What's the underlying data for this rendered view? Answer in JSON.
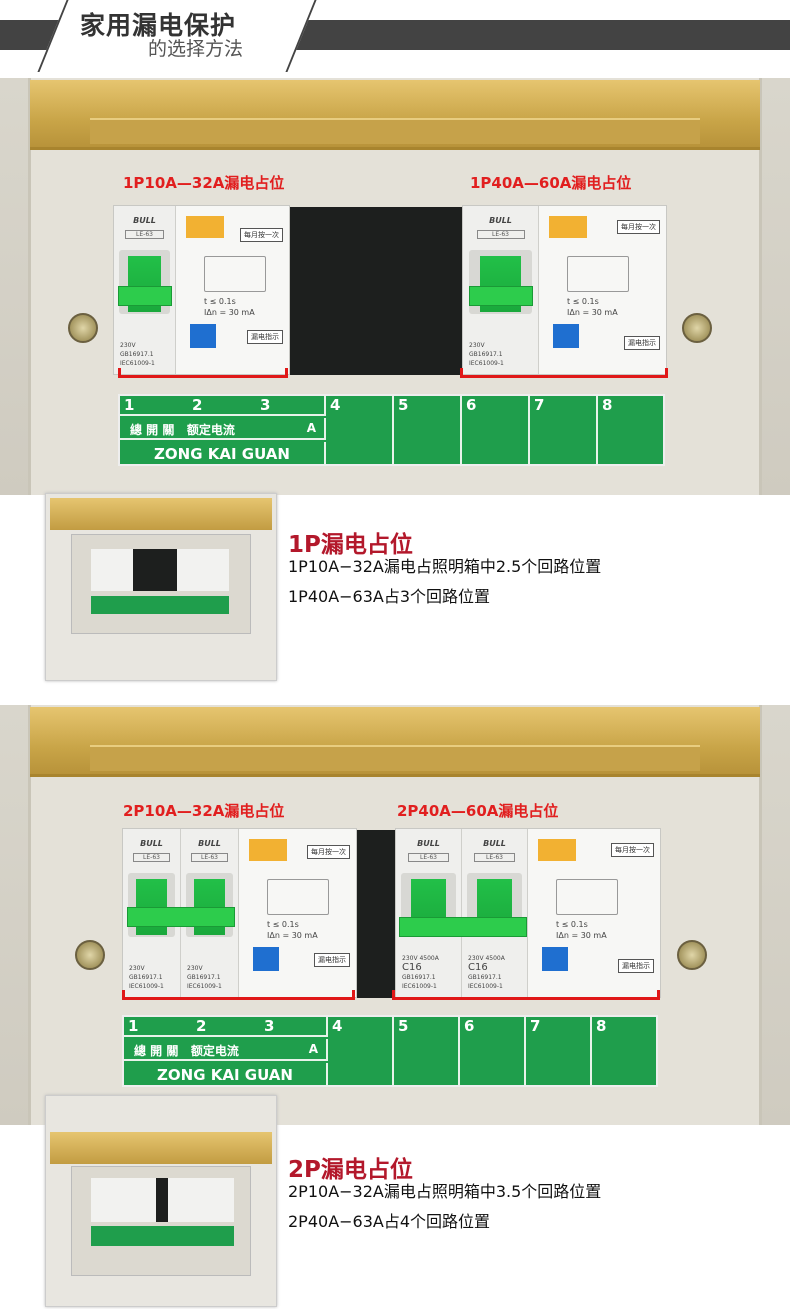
{
  "header": {
    "title": "家用漏电保护",
    "subtitle": "的选择方法"
  },
  "breaker": {
    "brand": "BULL",
    "model": "LE-63",
    "monthly": "每月按一次",
    "leak_indicator": "漏电指示",
    "trip_time": "t ≤ 0.1s",
    "trip_current": "IΔn = 30 mA",
    "voltage": "230V",
    "std1": "GB16917.1",
    "std2": "IEC61009-1",
    "rating": "C16",
    "breaking": "4500A"
  },
  "strip": {
    "numbers": [
      "1",
      "2",
      "3",
      "4",
      "5",
      "6",
      "7",
      "8"
    ],
    "main_switch": "總 開 關",
    "rated_current": "额定电流",
    "unit": "A",
    "pinyin": "ZONG KAI GUAN"
  },
  "sections": [
    {
      "label_left": "1P10A—32A漏电占位",
      "label_right": "1P40A—60A漏电占位",
      "title": "1P漏电占位",
      "line1": "1P10A−32A漏电占照明箱中2.5个回路位置",
      "line2": "1P40A−63A占3个回路位置"
    },
    {
      "label_left": "2P10A—32A漏电占位",
      "label_right": "2P40A—60A漏电占位",
      "title": "2P漏电占位",
      "line1": "2P10A−32A漏电占照明箱中3.5个回路位置",
      "line2": "2P40A−63A占4个回路位置"
    }
  ],
  "colors": {
    "accent_red": "#e11f1f",
    "title_red": "#b3182b",
    "strip_green": "#1f9e4c",
    "header_bar": "#434343"
  }
}
